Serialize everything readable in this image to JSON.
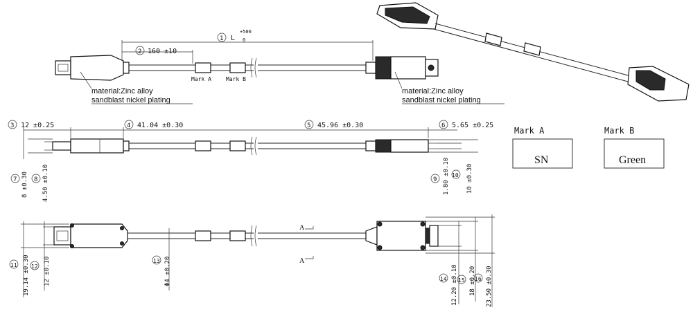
{
  "dimensions": {
    "d1": {
      "num": "1",
      "text": "L",
      "tol_upper": "+500",
      "tol_lower": "0"
    },
    "d2": {
      "num": "2",
      "text": "160 ±10"
    },
    "d3": {
      "num": "3",
      "text": "12 ±0.25"
    },
    "d4": {
      "num": "4",
      "text": "41.04 ±0.30"
    },
    "d5": {
      "num": "5",
      "text": "45.96 ±0.30"
    },
    "d6": {
      "num": "6",
      "text": "5.65 ±0.25"
    },
    "d7": {
      "num": "7",
      "text": "8 ±0.30"
    },
    "d8": {
      "num": "8",
      "text": "4.50 ±0.10"
    },
    "d9": {
      "num": "9",
      "text": "1.80 ±0.10"
    },
    "d10": {
      "num": "10",
      "text": "10 ±0.30"
    },
    "d11": {
      "num": "11",
      "text": "19.14 ±0.30"
    },
    "d12": {
      "num": "12",
      "text": "12 ±0.10"
    },
    "d13": {
      "num": "13",
      "text": "Φ4 ±0.20"
    },
    "d14": {
      "num": "14",
      "text": "12.20 ±0.10"
    },
    "d15": {
      "num": "15",
      "text": "18 ±0.20"
    },
    "d16": {
      "num": "16",
      "text": "23.50 ±0.30"
    }
  },
  "labels": {
    "mark_a_small": "Mark A",
    "mark_b_small": "Mark B",
    "material_left_1": "material:Zinc alloy",
    "material_left_2": "sandblast nickel plating",
    "material_right_1": "material:Zinc alloy",
    "material_right_2": "sandblast nickel plating",
    "section_a_top": "A",
    "section_a_bottom": "A"
  },
  "marks": {
    "mark_a": {
      "title": "Mark A",
      "value": "SN"
    },
    "mark_b": {
      "title": "Mark B",
      "value": "Green"
    }
  }
}
